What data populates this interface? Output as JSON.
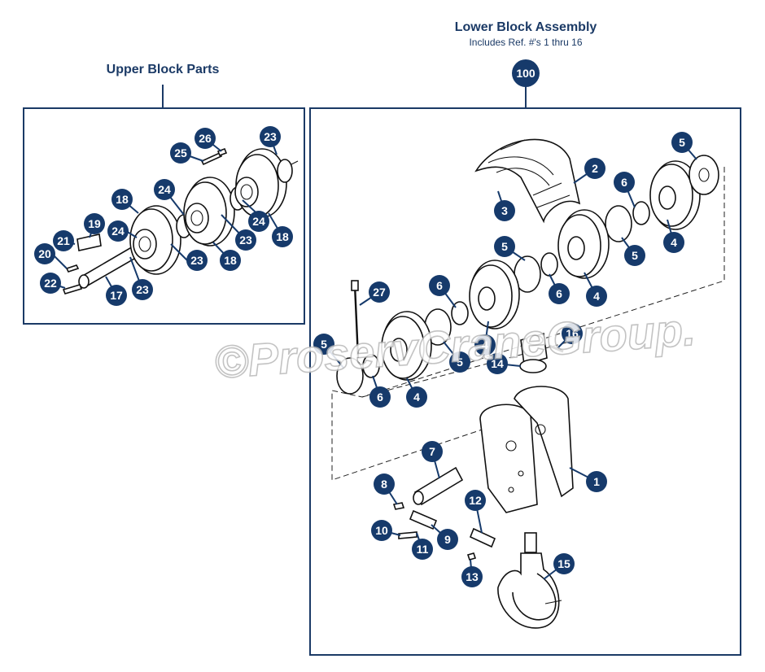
{
  "upper_panel": {
    "title": "Upper Block Parts",
    "callouts": [
      "26",
      "23",
      "25",
      "18",
      "24",
      "19",
      "24",
      "21",
      "24",
      "20",
      "23",
      "18",
      "23",
      "18",
      "22",
      "17",
      "23"
    ]
  },
  "lower_panel": {
    "title": "Lower Block Assembly",
    "subtitle": "Includes Ref. #'s 1 thru 16",
    "assembly_callout": "100",
    "callouts": [
      "5",
      "2",
      "6",
      "3",
      "5",
      "4",
      "5",
      "6",
      "4",
      "27",
      "6",
      "5",
      "4",
      "5",
      "16",
      "6",
      "4",
      "14",
      "7",
      "1",
      "8",
      "12",
      "10",
      "9",
      "11",
      "15",
      "13"
    ]
  },
  "watermark": "©ProservCraneGroup.",
  "colors": {
    "navy": "#163a6b",
    "frame": "#1b3a66",
    "line_art": "#111111"
  }
}
